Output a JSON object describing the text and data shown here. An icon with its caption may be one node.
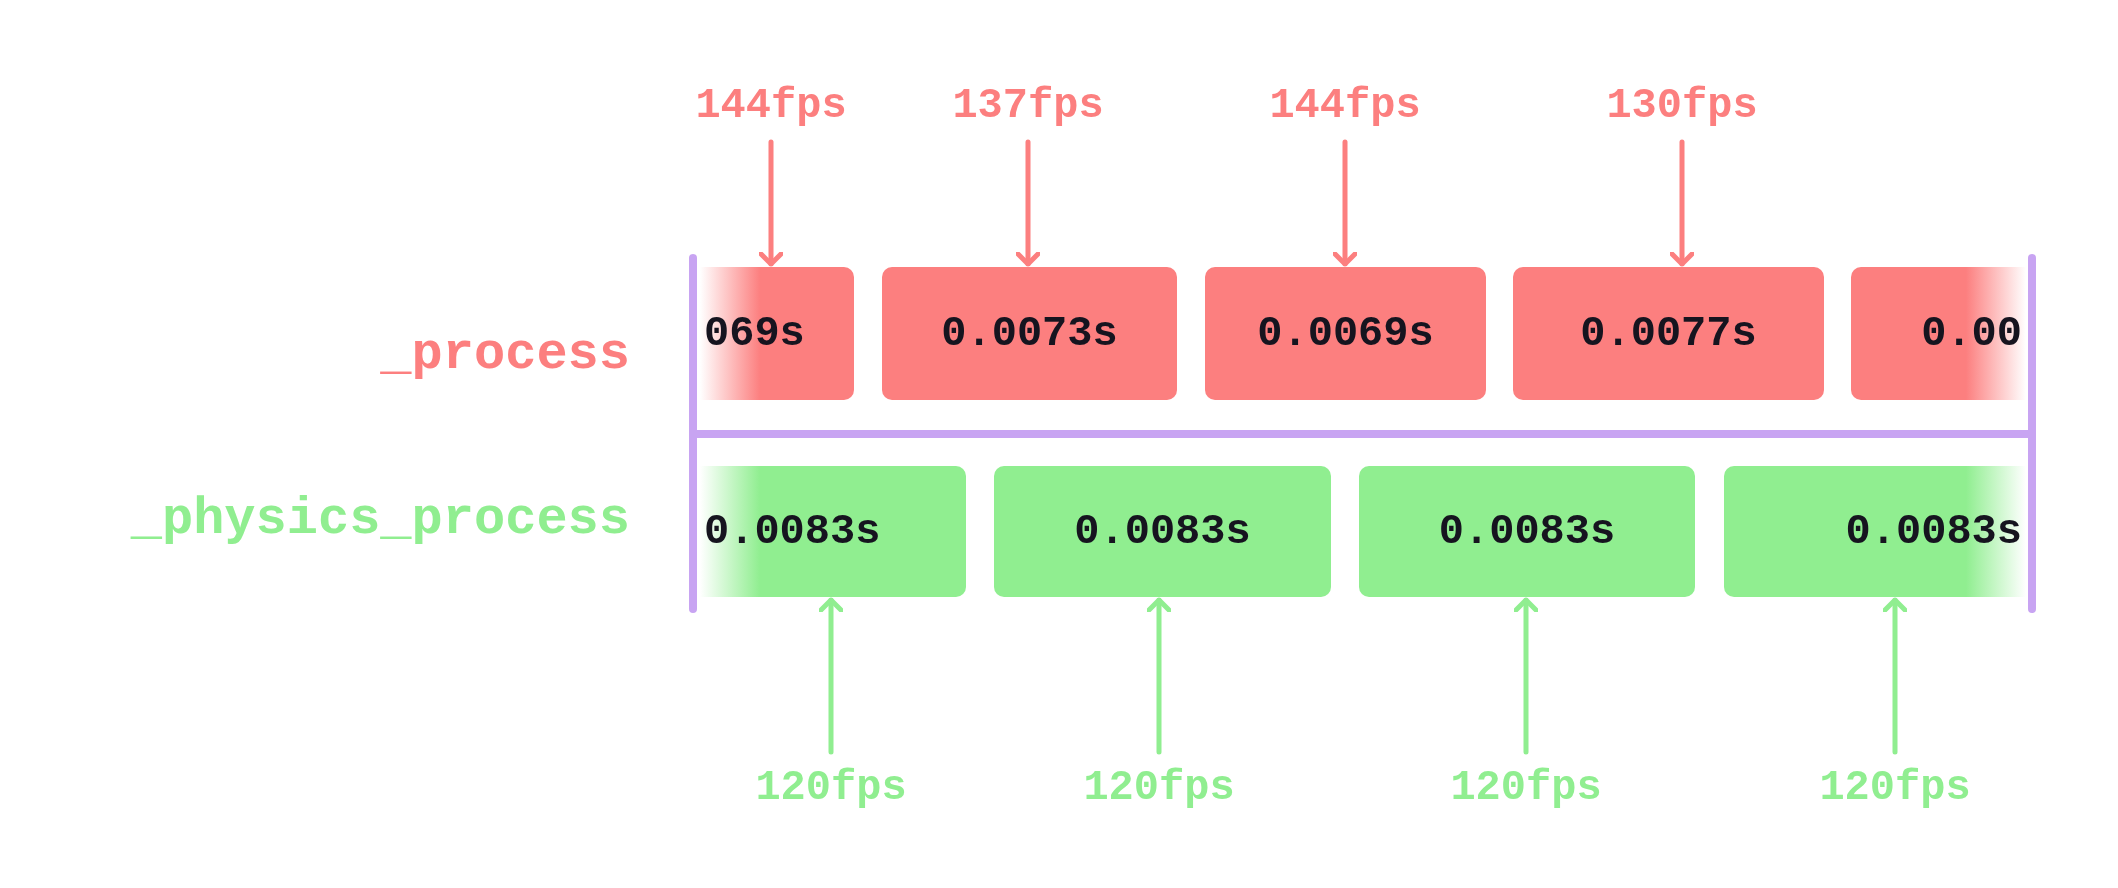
{
  "diagram": {
    "nodes": [
      {
        "text": [
          "144fps"
        ]
      },
      {
        "text": [
          "137fps"
        ]
      },
      {
        "text": [
          "144fps"
        ]
      },
      {
        "text": [
          "130fps"
        ]
      },
      {
        "text": [
          "069s"
        ]
      },
      {
        "text": [
          "0.0073s"
        ]
      },
      {
        "text": [
          "0.0069s"
        ]
      },
      {
        "text": [
          "0.0077s"
        ]
      },
      {
        "text": [
          "0.00"
        ]
      },
      {
        "text": [
          "0.0083s"
        ]
      },
      {
        "text": [
          "0.0083s"
        ]
      },
      {
        "text": [
          "0.0083s"
        ]
      },
      {
        "text": [
          "0.0083s"
        ]
      },
      {
        "text": [
          "120fps"
        ]
      },
      {
        "text": [
          "120fps"
        ]
      },
      {
        "text": [
          "120fps"
        ]
      },
      {
        "text": [
          "120fps"
        ]
      }
    ],
    "edges": [
      {
        "from": 0,
        "to": 4,
        "arrow": "to"
      },
      {
        "from": 1,
        "to": 5,
        "arrow": "to"
      },
      {
        "from": 2,
        "to": 6,
        "arrow": "to"
      },
      {
        "from": 3,
        "to": 7,
        "arrow": "to"
      },
      {
        "from": 13,
        "to": 9,
        "arrow": "to",
        "color": "#90ee90"
      },
      {
        "from": 14,
        "to": 10,
        "arrow": "to",
        "color": "#90ee90"
      },
      {
        "from": 15,
        "to": 11,
        "arrow": "to",
        "color": "#90ee90"
      },
      {
        "from": 16,
        "to": 12,
        "arrow": "to",
        "color": "#90ee90"
      }
    ],
    "labels": [
      "_process",
      "_physics_process"
    ]
  }
}
